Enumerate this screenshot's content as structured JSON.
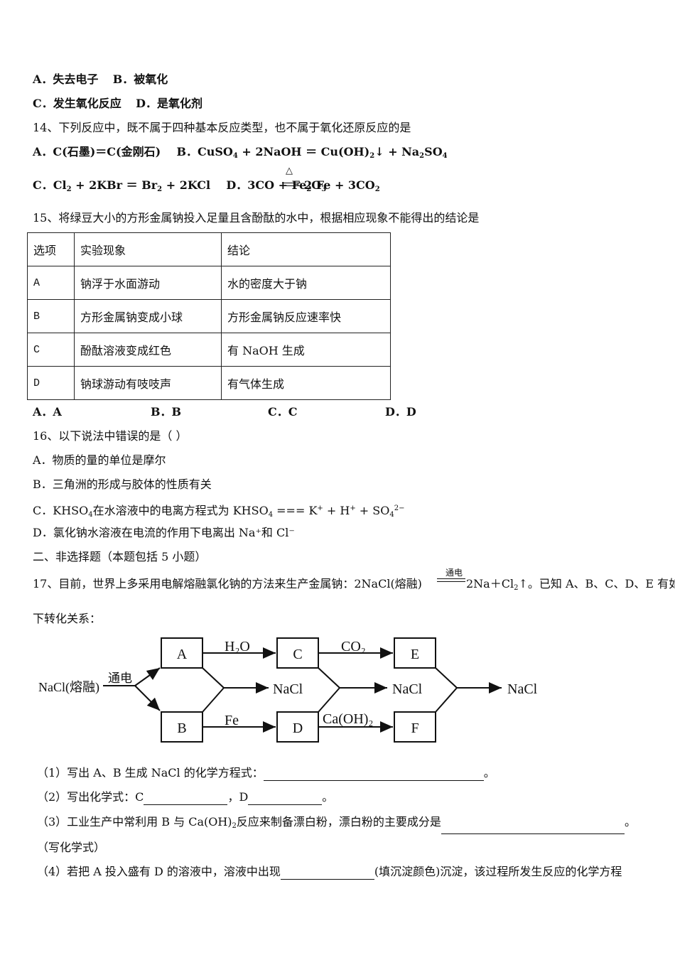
{
  "q13": {
    "optA": "A．失去电子",
    "optB": "B．被氧化",
    "optC": "C．发生氧化反应",
    "optD": "D．是氧化剂"
  },
  "q14": {
    "stem": "14、下列反应中，既不属于四种基本反应类型，也不属于氧化还原反应的是",
    "optA": "A．C(石墨)＝C(金刚石)",
    "optB_label": "B．CuSO",
    "optB_rest1": " + 2NaOH ＝ Cu(OH)",
    "optB_rest2": "↓ + Na",
    "optB_rest3": "SO",
    "optC_label": "C．Cl",
    "optC_rest1": " + 2KBr ＝ Br",
    "optC_rest2": " + 2KCl",
    "optD_label": "D．3CO + Fe",
    "optD_sub2": "2",
    "optD_o": "O",
    "optD_sub3": "3",
    "optD_rest": "2 Fe + 3CO",
    "heat_symbol": "△",
    "sub2": "2",
    "sub4": "4"
  },
  "q15": {
    "stem": "15、将绿豆大小的方形金属钠投入足量且含酚酞的水中，根据相应现象不能得出的结论是",
    "headers": [
      "选项",
      "实验现象",
      "结论"
    ],
    "rows": [
      [
        "A",
        "钠浮于水面游动",
        "水的密度大于钠"
      ],
      [
        "B",
        "方形金属钠变成小球",
        "方形金属钠反应速率快"
      ],
      [
        "C",
        "酚酞溶液变成红色",
        "有 NaOH 生成"
      ],
      [
        "D",
        "钠球游动有吱吱声",
        "有气体生成"
      ]
    ],
    "options": [
      "A．A",
      "B．B",
      "C．C",
      "D．D"
    ]
  },
  "q16": {
    "stem": "16、以下说法中错误的是（    ）",
    "optA": "A．物质的量的单位是摩尔",
    "optB": "B．三角洲的形成与胶体的性质有关",
    "optC_a": "C．KHSO",
    "optC_b": "在水溶液中的电离方程式为 KHSO",
    "optC_c": " === K",
    "optC_d": " + H",
    "optC_e": " + SO",
    "optC_charge_plus": "+",
    "optC_charge_sulfate": "2−",
    "optD": "D．氯化钠水溶液在电流的作用下电离出 Na⁺和 Cl⁻"
  },
  "section2": "二、非选择题（本题包括 5 小题）",
  "q17": {
    "stem_a": "17、目前，世界上多采用电解熔融氯化钠的方法来生产金属钠：2NaCl(熔融)",
    "condition": "通电",
    "stem_b": "2Na＋Cl",
    "stem_c": "↑。已知 A、B、C、D、E 有如",
    "stem_line2": "下转化关系：",
    "diagram": {
      "start": "NaCl(熔融)",
      "start_cond": "通电",
      "A": "A",
      "B": "B",
      "C": "C",
      "D": "D",
      "E": "E",
      "F": "F",
      "water": "H₂O",
      "co2": "CO₂",
      "fe": "Fe",
      "caoh2": "Ca(OH)₂",
      "nacl1": "NaCl",
      "nacl2": "NaCl",
      "nacl3": "NaCl"
    },
    "sub1": "（1）写出 A、B 生成 NaCl 的化学方程式：",
    "sub1_end": "。",
    "sub2_a": "（2）写出化学式：C",
    "sub2_b": "，D",
    "sub2_end": "。",
    "sub3_a": "（3）工业生产中常利用 B 与 Ca(OH)",
    "sub3_b": "反应来制备漂白粉，漂白粉的主要成分是",
    "sub3_end": "。",
    "sub3_note": "（写化学式）",
    "sub4_a": "（4）若把 A 投入盛有 D 的溶液中，溶液中出现",
    "sub4_b": "(填沉淀颜色)沉淀，该过程所发生反应的化学方程"
  }
}
